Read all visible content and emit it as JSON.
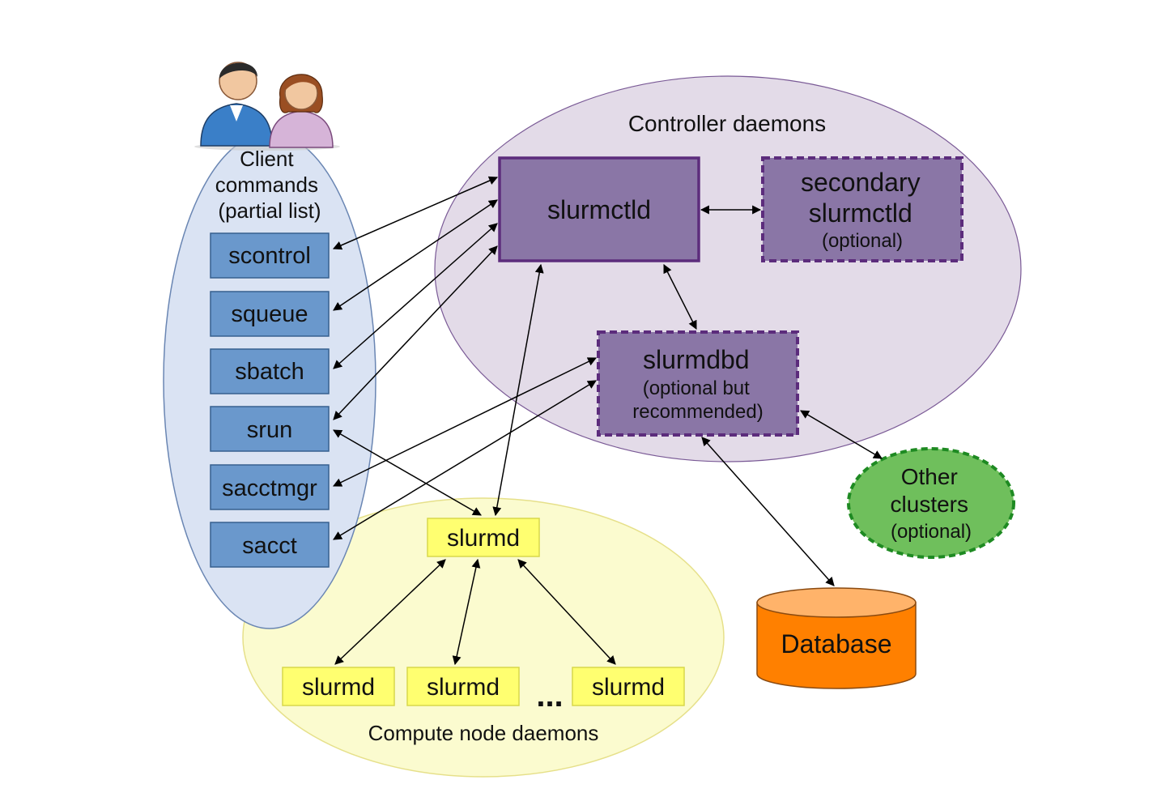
{
  "client": {
    "title_lines": [
      "Client",
      "commands",
      "(partial list)"
    ],
    "commands": [
      "scontrol",
      "squeue",
      "sbatch",
      "srun",
      "sacctmgr",
      "sacct"
    ]
  },
  "controller": {
    "title": "Controller daemons",
    "slurmctld": "slurmctld",
    "secondary_lines": [
      "secondary",
      "slurmctld",
      "(optional)"
    ],
    "slurmdbd_lines": [
      "slurmdbd",
      "(optional but",
      "recommended)"
    ]
  },
  "compute": {
    "title": "Compute node daemons",
    "main": "slurmd",
    "nodes": [
      "slurmd",
      "slurmd",
      "slurmd"
    ],
    "ellipsis": "..."
  },
  "other_clusters_lines": [
    "Other",
    "clusters",
    "(optional)"
  ],
  "database": "Database",
  "colors": {
    "client_ellipse": "#dae3f3",
    "command_box": "#6a98cc",
    "controller_ellipse": "#e3dbe8",
    "daemon_box": "#8a76a6",
    "daemon_border": "#5c2c7c",
    "compute_ellipse": "#fbfbcf",
    "slurmd_box": "#ffff70",
    "other_clusters": "#6fbf5c",
    "database": "#ff8000"
  }
}
